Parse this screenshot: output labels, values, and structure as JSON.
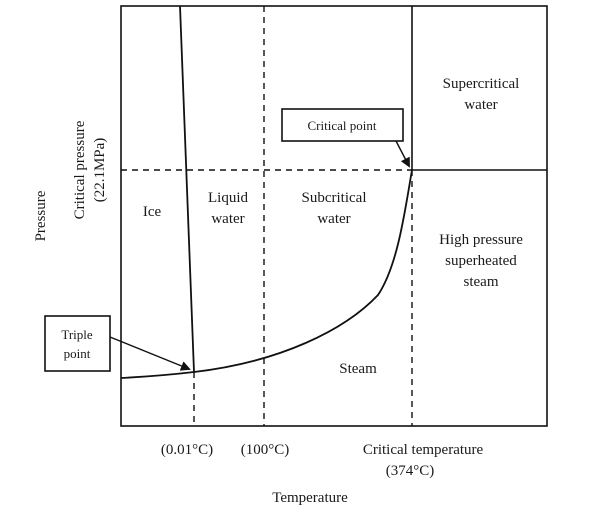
{
  "regions": {
    "ice": "Ice",
    "liquid_water": [
      "Liquid",
      "water"
    ],
    "subcritical_water": [
      "Subcritical",
      "water"
    ],
    "supercritical_water": [
      "Supercritical",
      "water"
    ],
    "high_pressure_steam": [
      "High pressure",
      "superheated",
      "steam"
    ],
    "steam": "Steam"
  },
  "callouts": {
    "critical_point": "Critical point",
    "triple_point": [
      "Triple",
      "point"
    ]
  },
  "axes": {
    "y_label": "Pressure",
    "critical_pressure": [
      "Critical pressure",
      "(22.1MPa)"
    ],
    "x_label": "Temperature",
    "tick_triple": "(0.01°C)",
    "tick_boiling": "(100°C)",
    "critical_temperature": [
      "Critical temperature",
      "(374°C)"
    ]
  }
}
